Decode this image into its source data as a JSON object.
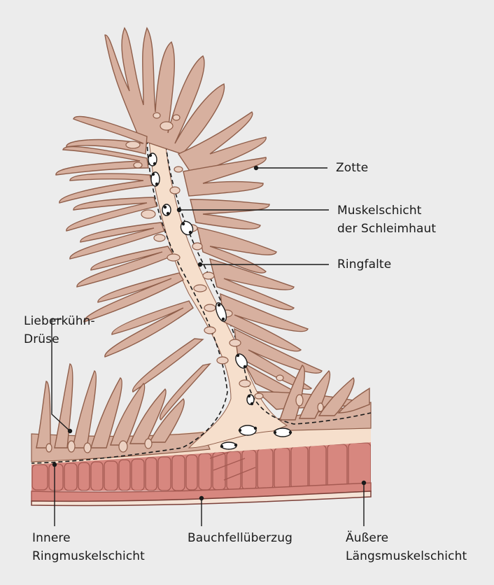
{
  "labels": {
    "zotte": "Zotte",
    "muskelschicht_line1": "Muskelschicht",
    "muskelschicht_line2": "der Schleimhaut",
    "ringfalte": "Ringfalte",
    "lieberkuehn_line1": "Lieberkühn-",
    "lieberkuehn_line2": "Drüse",
    "innere_line1": "Innere",
    "innere_line2": "Ringmuskelschicht",
    "bauchfell": "Bauchfellüberzug",
    "aeussere_line1": "Äußere",
    "aeussere_line2": "Längsmuskelschicht"
  },
  "colors": {
    "background": "#ececec",
    "villus_fill": "#d7b09f",
    "villus_outline": "#8f5e4a",
    "crypt_fill": "#ecd1c2",
    "submucosa": "#f6dfcc",
    "muscle_fill": "#d7877f",
    "muscle_outline": "#a55a52",
    "serosa": "#f5e3d6"
  }
}
